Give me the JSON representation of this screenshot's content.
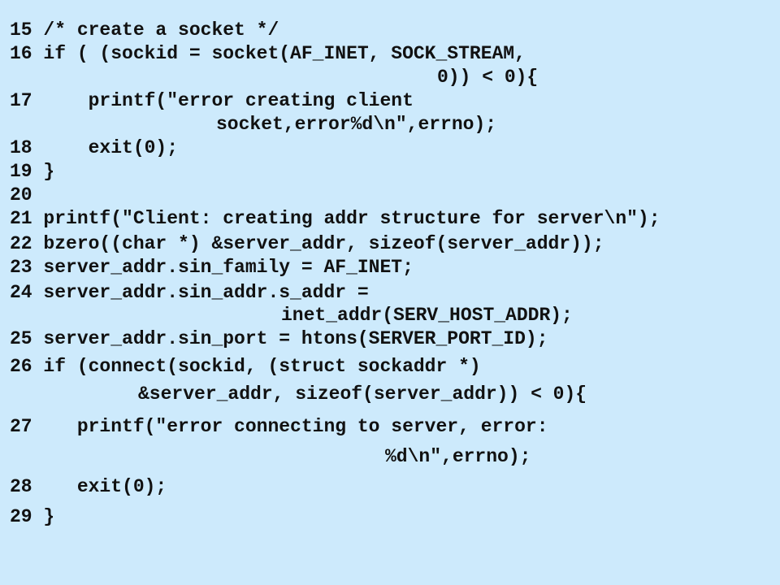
{
  "slide": {
    "background_color": "#cdeafc",
    "text_color": "#111111",
    "lines": [
      {
        "text": "15 /* create a socket */"
      },
      {
        "text": "16 if ( (sockid = socket(AF_INET, SOCK_STREAM,"
      },
      {
        "text": "0)) < 0){"
      },
      {
        "text": "17     printf(\"error creating client"
      },
      {
        "text": "socket,error%d\\n\",errno);"
      },
      {
        "text": "18     exit(0);"
      },
      {
        "text": "19 }"
      },
      {
        "text": "20"
      },
      {
        "text": "21 printf(\"Client: creating addr structure for server\\n\");"
      },
      {
        "text": "22 bzero((char *) &server_addr, sizeof(server_addr));"
      },
      {
        "text": "23 server_addr.sin_family = AF_INET;"
      },
      {
        "text": "24 server_addr.sin_addr.s_addr ="
      },
      {
        "text": "inet_addr(SERV_HOST_ADDR);"
      },
      {
        "text": "25 server_addr.sin_port = htons(SERVER_PORT_ID);"
      },
      {
        "text": "26 if (connect(sockid, (struct sockaddr *)"
      },
      {
        "text": "&server_addr, sizeof(server_addr)) < 0){"
      },
      {
        "text": "27    printf(\"error connecting to server, error:"
      },
      {
        "text": "%d\\n\",errno);"
      },
      {
        "text": "28    exit(0);"
      },
      {
        "text": "29 }"
      }
    ]
  }
}
